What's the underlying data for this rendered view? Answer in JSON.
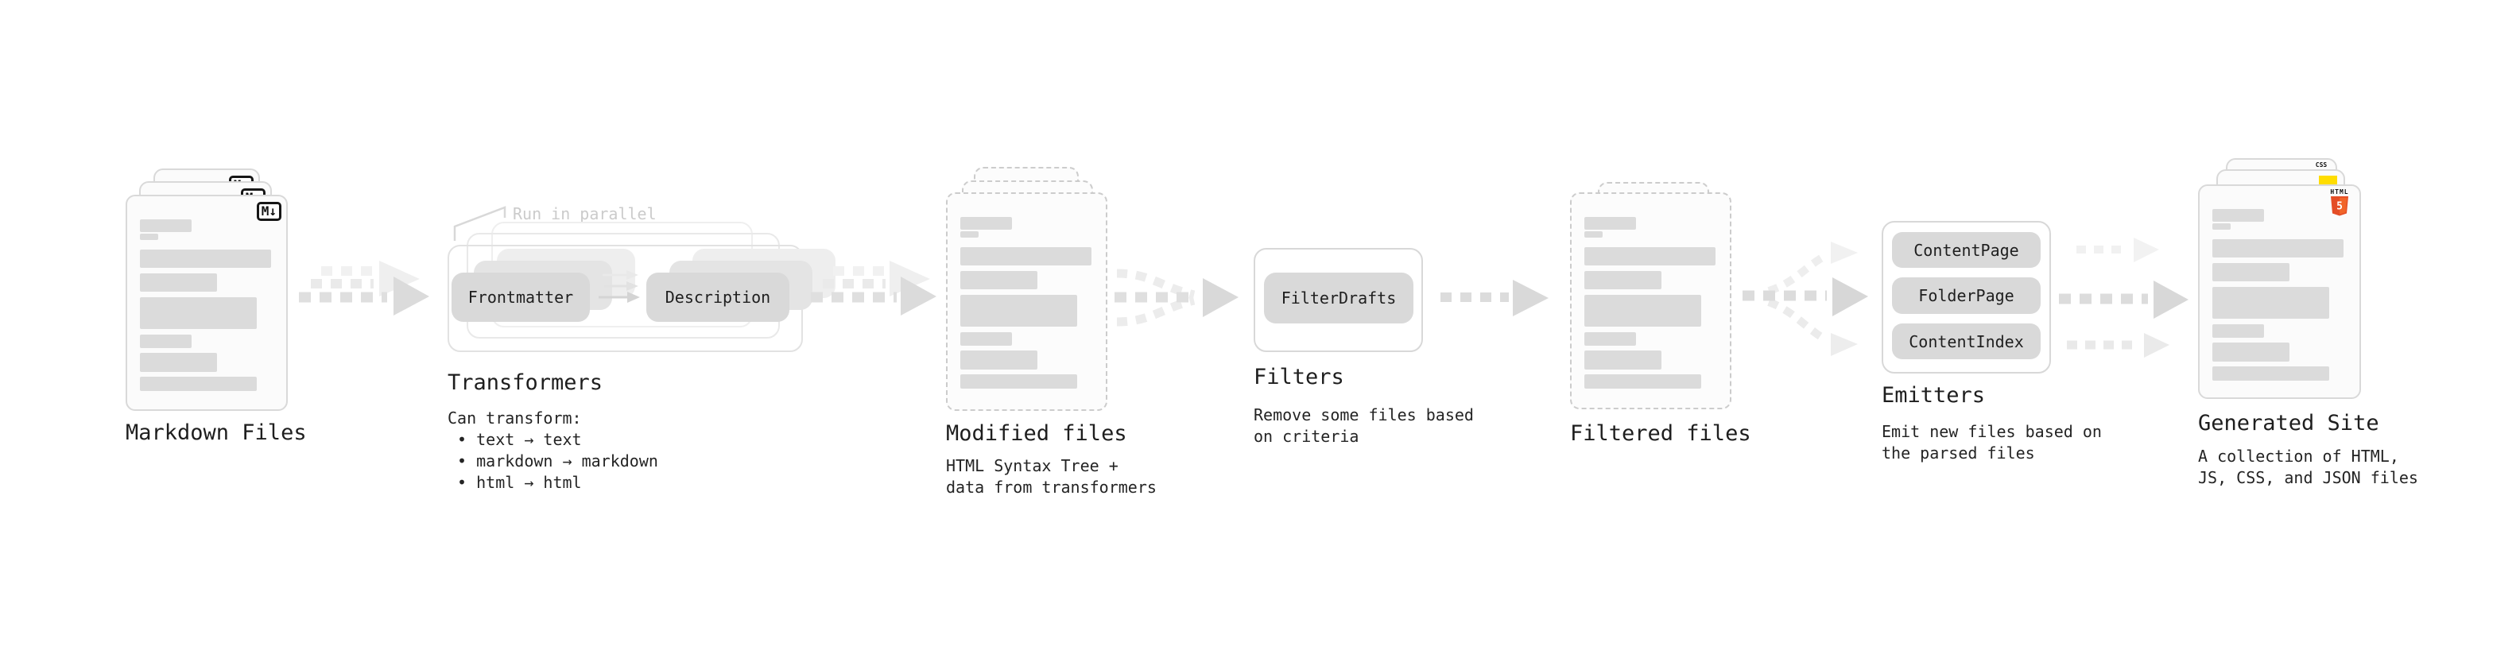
{
  "diagram": {
    "background": "#ffffff",
    "flow_direction": "left-to-right"
  },
  "stages": {
    "markdown_files": {
      "title": "Markdown Files",
      "badge": "M↓",
      "stack_count": 3
    },
    "transformers": {
      "title": "Transformers",
      "note": "Run in parallel",
      "pills": [
        "Frontmatter",
        "Description"
      ],
      "desc": "Can transform:\n • text → text\n • markdown → markdown\n • html → html"
    },
    "modified_files": {
      "title": "Modified files",
      "desc": "HTML Syntax Tree +\ndata from transformers",
      "stack_count": 3
    },
    "filters": {
      "title": "Filters",
      "pills": [
        "FilterDrafts"
      ],
      "desc": "Remove some files based\non criteria"
    },
    "filtered_files": {
      "title": "Filtered files",
      "stack_count": 2
    },
    "emitters": {
      "title": "Emitters",
      "pills": [
        "ContentPage",
        "FolderPage",
        "ContentIndex"
      ],
      "desc": "Emit new files based on\nthe parsed files"
    },
    "generated_site": {
      "title": "Generated Site",
      "desc": "A collection of HTML,\nJS, CSS, and JSON files",
      "badges": {
        "html_label": "HTML",
        "html_number": "5",
        "css_label": "CSS"
      },
      "stack_count": 3
    }
  },
  "colors": {
    "page_bg": "#ffffff",
    "card_bg": "#fbfbfb",
    "card_border": "#d9d9d9",
    "dashed_card_border": "#cccccc",
    "placeholder_bar": "#dbdbdb",
    "pill_bg": "#d9d9d9",
    "pill_ghost": "#eeeeee",
    "outline_box_border": "#d8d8d8",
    "arrow_front": "#dcdcdc",
    "arrow_back": "#eeeeee",
    "note_text": "#cbcbcb",
    "title_text": "#1e1e1e",
    "body_text": "#242424",
    "md_badge_border": "#161616",
    "html5_orange": "#e44d26",
    "html5_orange_light": "#f16529",
    "js_yellow": "#ffdd00",
    "css_blue": "#2965f1"
  }
}
